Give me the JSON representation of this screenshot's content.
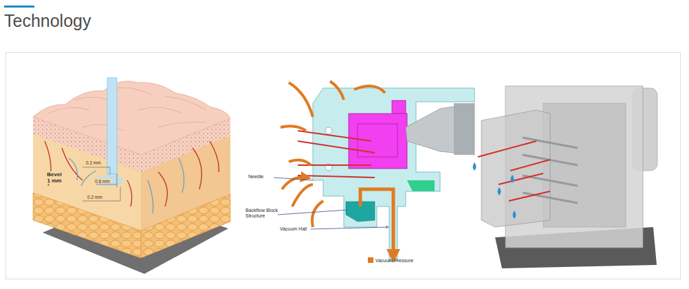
{
  "diagram": {
    "title": "Technology",
    "labels": [
      "Bevel 1 mm",
      "0.2 mm",
      "0.6 mm",
      "0.2 mm",
      "Needle",
      "Backflow Block Structure",
      "Vacuum Hall"
    ],
    "legend": [
      {
        "text": "Vacuum Pressure",
        "color": "#e07b1f"
      }
    ]
  }
}
